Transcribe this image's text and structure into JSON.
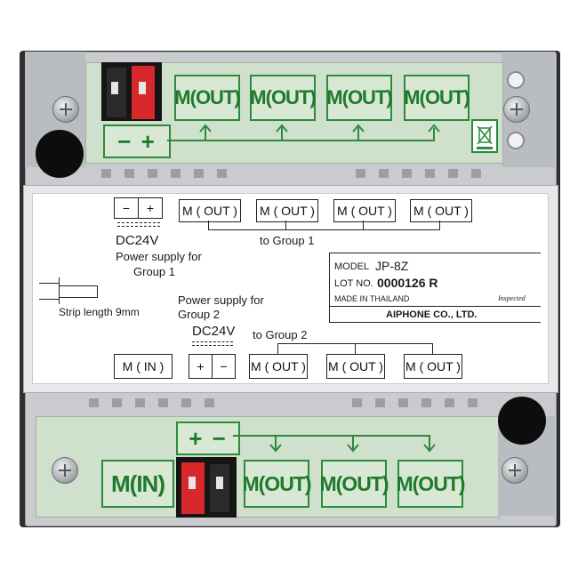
{
  "top_terminals": {
    "power": "− +",
    "outputs": [
      "M(OUT)",
      "M(OUT)",
      "M(OUT)",
      "M(OUT)"
    ]
  },
  "label": {
    "top_power_terminal": {
      "minus": "−",
      "plus": "+"
    },
    "top_outputs": [
      "M ( OUT )",
      "M ( OUT )",
      "M ( OUT )",
      "M ( OUT )"
    ],
    "dc_top": "DC24V",
    "power_group1_line1": "Power supply for",
    "power_group1_line2": "Group 1",
    "to_group1": "to Group 1",
    "strip_length": "Strip length 9mm",
    "power_group2_line1": "Power supply for",
    "power_group2_line2": "Group 2",
    "dc_bottom": "DC24V",
    "to_group2": "to Group 2",
    "bottom_in": "M ( IN )",
    "bottom_power_terminal": {
      "plus": "+",
      "minus": "−"
    },
    "bottom_outputs": [
      "M ( OUT )",
      "M ( OUT )",
      "M ( OUT )"
    ],
    "model_label": "MODEL",
    "model_value": "JP-8Z",
    "lot_label": "LOT NO.",
    "lot_value": "0000126 R",
    "made_in": "MADE IN THAILAND",
    "inspected": "Inspected",
    "maker": "AIPHONE CO., LTD."
  },
  "bottom_terminals": {
    "power": "+ −",
    "input": "M(IN)",
    "outputs": [
      "M(OUT)",
      "M(OUT)",
      "M(OUT)"
    ]
  },
  "colors": {
    "terminal_green": "#2d8a3b",
    "housing": "#c9cbcf",
    "pcb": "#cfe0cc",
    "connector_red": "#d8282b"
  }
}
